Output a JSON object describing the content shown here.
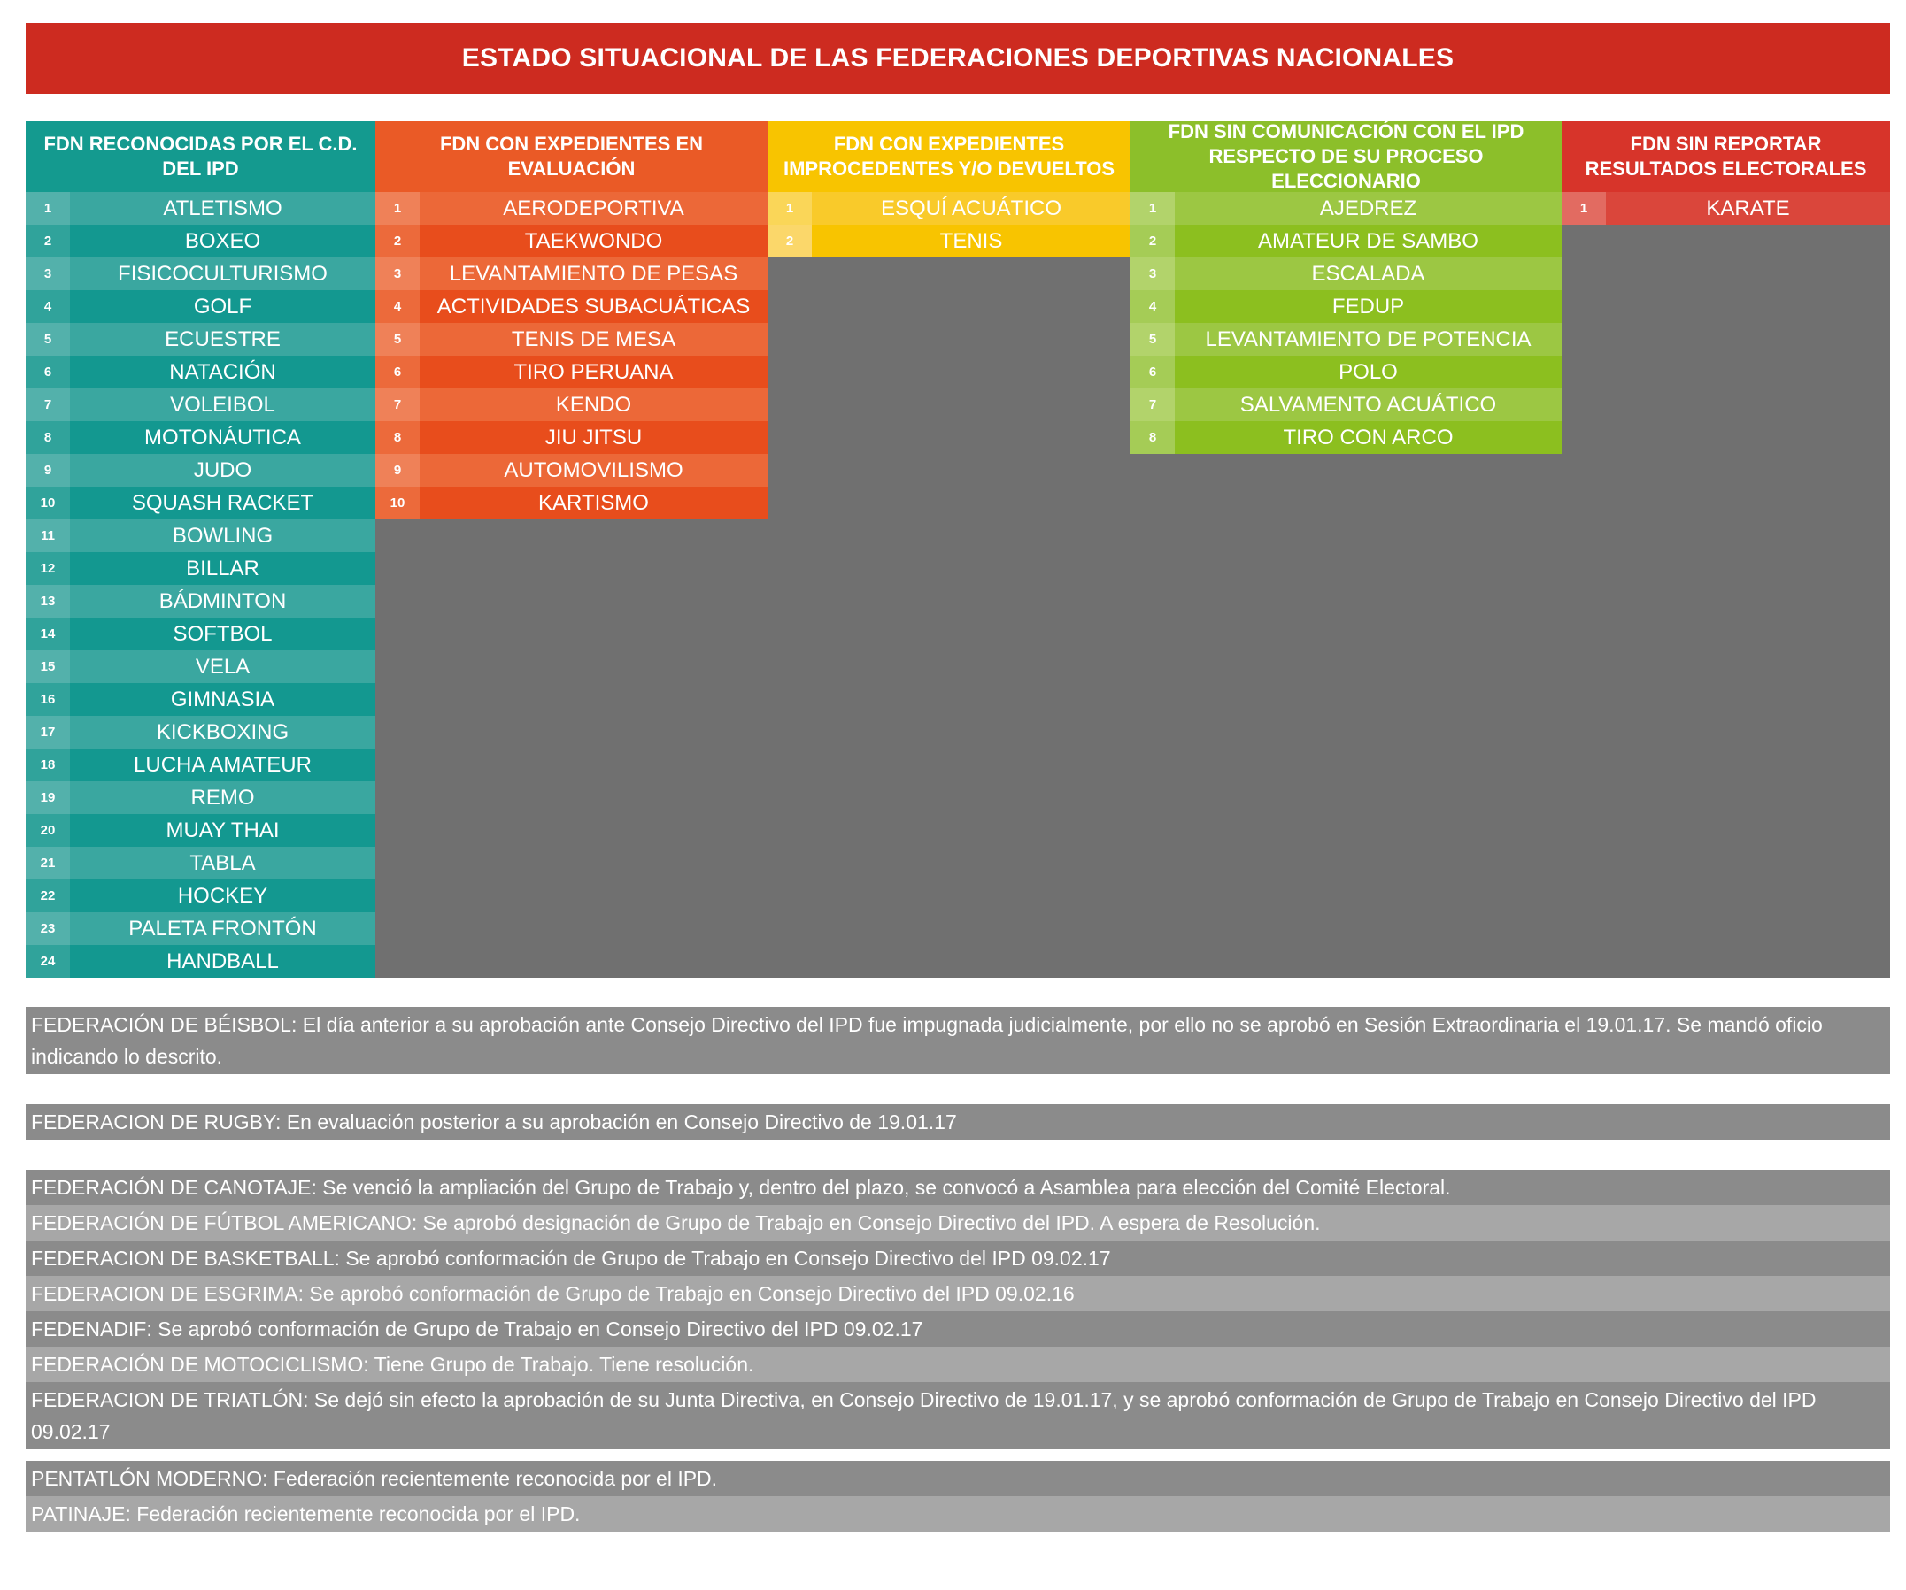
{
  "title": "ESTADO SITUACIONAL DE LAS FEDERACIONES DEPORTIVAS NACIONALES",
  "columns": [
    {
      "header": "FDN RECONOCIDAS POR EL C.D. DEL IPD",
      "colors": {
        "head": "#149a8f",
        "row_a": "#3aa7a0",
        "row_b": "#139890",
        "num_a": "#53b1ab",
        "num_b": "#30a39b"
      },
      "items": [
        "ATLETISMO",
        "BOXEO",
        "FISICOCULTURISMO",
        "GOLF",
        "ECUESTRE",
        "NATACIÓN",
        "VOLEIBOL",
        "MOTONÁUTICA",
        "JUDO",
        "SQUASH RACKET",
        "BOWLING",
        "BILLAR",
        "BÁDMINTON",
        "SOFTBOL",
        "VELA",
        "GIMNASIA",
        "KICKBOXING",
        "LUCHA AMATEUR",
        "REMO",
        "MUAY THAI",
        "TABLA",
        "HOCKEY",
        "PALETA FRONTÓN",
        "HANDBALL"
      ]
    },
    {
      "header": "FDN CON EXPEDIENTES EN EVALUACIÓN",
      "colors": {
        "head": "#ea5a26",
        "row_a": "#ec6838",
        "row_b": "#e84d1c",
        "num_a": "#ef8158",
        "num_b": "#ec6a3b"
      },
      "items": [
        "AERODEPORTIVA",
        "TAEKWONDO",
        "LEVANTAMIENTO DE PESAS",
        "ACTIVIDADES SUBACUÁTICAS",
        "TENIS DE MESA",
        "TIRO PERUANA",
        "KENDO",
        "JIU JITSU",
        "AUTOMOVILISMO",
        "KARTISMO"
      ]
    },
    {
      "header": "FDN CON EXPEDIENTES IMPROCEDENTES Y/O DEVUELTOS",
      "colors": {
        "head": "#f8c400",
        "row_a": "#f9ca2a",
        "row_b": "#f8c400",
        "num_a": "#fad658",
        "num_b": "#fbd76a"
      },
      "items": [
        "ESQUÍ ACUÁTICO",
        "TENIS"
      ]
    },
    {
      "header": "FDN SIN COMUNICACIÓN CON EL IPD RESPECTO DE SU PROCESO ELECCIONARIO",
      "colors": {
        "head": "#8cbf2a",
        "row_a": "#9cc743",
        "row_b": "#8cbf1f",
        "num_a": "#b2d36b",
        "num_b": "#a5cc56"
      },
      "items": [
        "AJEDREZ",
        "AMATEUR DE SAMBO",
        "ESCALADA",
        "FEDUP",
        "LEVANTAMIENTO DE POTENCIA",
        "POLO",
        "SALVAMENTO ACUÁTICO",
        "TIRO CON ARCO"
      ]
    },
    {
      "header": "FDN SIN REPORTAR RESULTADOS ELECTORALES",
      "colors": {
        "head": "#d7342a",
        "row_a": "#da463b",
        "row_b": "#d7342a",
        "num_a": "#e26b61",
        "num_b": "#e26b61"
      },
      "items": [
        "KARATE"
      ]
    }
  ],
  "note_groups": [
    [
      "FEDERACIÓN DE BÉISBOL: El día anterior a su aprobación ante Consejo Directivo del IPD fue impugnada judicialmente, por ello no se aprobó en Sesión Extraordinaria el 19.01.17. Se mandó oficio indicando lo descrito."
    ],
    [
      "FEDERACION DE RUGBY: En evaluación posterior a su aprobación en Consejo Directivo de 19.01.17"
    ],
    [
      "FEDERACIÓN DE CANOTAJE: Se venció la ampliación del Grupo de Trabajo y, dentro del plazo, se convocó a Asamblea para elección del Comité Electoral.",
      "FEDERACIÓN DE FÚTBOL AMERICANO: Se aprobó designación de Grupo de Trabajo en Consejo Directivo del IPD. A espera de Resolución.",
      "FEDERACION DE BASKETBALL: Se aprobó conformación de Grupo de Trabajo en Consejo Directivo del IPD 09.02.17",
      "FEDERACION DE ESGRIMA: Se aprobó conformación de Grupo de Trabajo en Consejo Directivo del IPD 09.02.16",
      "FEDENADIF: Se aprobó conformación de Grupo de Trabajo en Consejo Directivo del IPD 09.02.17",
      "FEDERACIÓN DE MOTOCICLISMO: Tiene Grupo de Trabajo. Tiene resolución.",
      "FEDERACION DE TRIATLÓN: Se dejó sin efecto la aprobación de su Junta Directiva, en Consejo Directivo de 19.01.17, y se aprobó conformación de Grupo de Trabajo en Consejo Directivo del IPD 09.02.17"
    ],
    [
      "PENTATLÓN MODERNO: Federación recientemente reconocida por el IPD.",
      "PATINAJE: Federación recientemente reconocida por el IPD."
    ]
  ]
}
